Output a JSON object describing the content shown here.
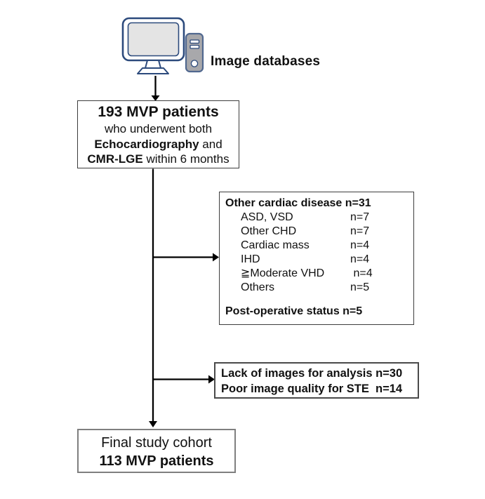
{
  "source": {
    "label": "Image databases"
  },
  "icons": {
    "computer": "desktop-computer-icon"
  },
  "initial": {
    "title": "193 MVP patients",
    "line2": "who underwent both",
    "line3_bold": "Echocardiography",
    "line3_rest": " and",
    "line4_bold": "CMR-LGE",
    "line4_rest": " within 6 months"
  },
  "exclusions": {
    "title": "Other cardiac disease n=31",
    "items": [
      {
        "label": "ASD, VSD",
        "count": "n=7"
      },
      {
        "label": "Other CHD",
        "count": "n=7"
      },
      {
        "label": "Cardiac mass",
        "count": "n=4"
      },
      {
        "label": "IHD",
        "count": "n=4"
      },
      {
        "label": "≧Moderate VHD",
        "count": " n=4"
      },
      {
        "label": "Others",
        "count": "n=5"
      }
    ],
    "footer": "Post-operative status n=5"
  },
  "image_exclusions": {
    "line1": "Lack of images for analysis n=30",
    "line2": "Poor image quality for STE  n=14"
  },
  "final": {
    "line1": "Final study cohort",
    "line2": "113 MVP patients"
  },
  "colors": {
    "icon_outline_navy": "#2c4a7c",
    "tower_gray": "#a8a8ab",
    "screen_gray": "#e4e4e4",
    "box_border_dark": "#3d3d3d",
    "box_border_gray": "#7f7f7f",
    "arrow_black": "#000000"
  }
}
